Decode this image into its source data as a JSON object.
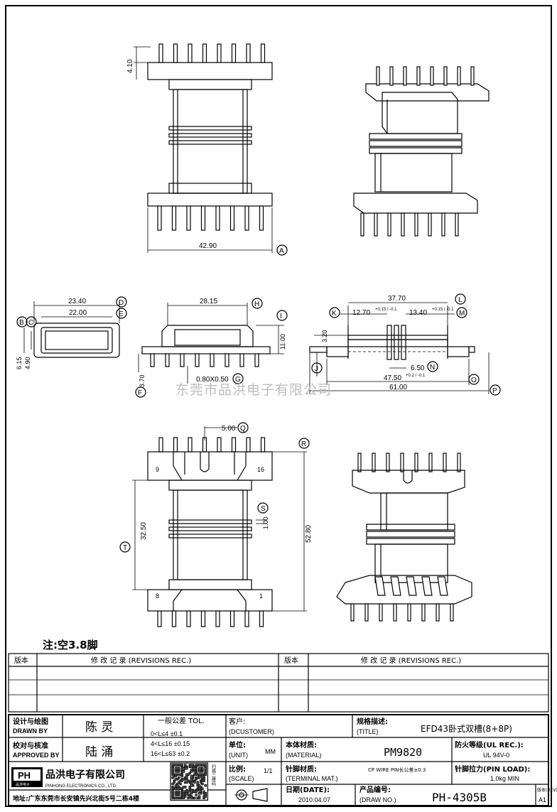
{
  "dimensions": {
    "top_pin_height": "4.10",
    "overall_width": "42.90",
    "mark_a": "A",
    "side_outer": "23.40",
    "side_inner": "22.00",
    "mark_d": "D",
    "mark_e": "E",
    "mark_b": "B",
    "mark_c": "C",
    "side_h1": "6.15",
    "side_h2": "4.90",
    "front_width": "28.15",
    "mark_h": "H",
    "mark_i": "I",
    "front_height": "11.00",
    "pin_size": "0.80X0.50",
    "mark_g": "G",
    "pin_length": "3.70",
    "mark_f": "F",
    "end_width": "37.70",
    "mark_l": "L",
    "mark_k": "K",
    "mark_m": "M",
    "k_value": "12.70",
    "k_tol": "+0.15 / -0.1",
    "m_value": "13.40",
    "m_tol": "+0.15 / -0.1",
    "end_h": "3.20",
    "mark_j": "J",
    "slot": "6.50",
    "mark_n": "N",
    "flange": "47.50",
    "flange_tol": "+0.2 / -0.1",
    "mark_o": "O",
    "total_len": "61.00",
    "mark_p": "P",
    "pitch": "5.00",
    "mark_q": "Q",
    "mark_r": "R",
    "height": "52.80",
    "winding": "32.50",
    "mark_t": "T",
    "groove": "1.00",
    "mark_s": "S",
    "pin9": "9",
    "pin16": "16",
    "pin8": "8",
    "pin1": "1"
  },
  "watermark": "东莞市品洪电子有限公司",
  "note": "注:空3.8脚",
  "revisions": {
    "col_version": "版本",
    "col_record": "修 改 记 录 (REVISIONS REC.)",
    "col_version2": "版本",
    "col_record2": "修 改 记 录 (REVISIONS REC.)"
  },
  "titleblock": {
    "designer_label_cn": "设计与绘图",
    "designer_label_en": "DRAWN BY",
    "designer": "陈 灵",
    "approver_label_cn": "校对与核准",
    "approver_label_en": "APPROVED BY",
    "approver": "陆 涌",
    "tol_title": "一般公差 TOL.",
    "tol_rows": [
      "0<L≤4      ±0.1",
      "4<L≤16    ±0.15",
      "16<L≤63  ±0.2"
    ],
    "customer_label": "客户:",
    "customer_label_en": "(DCUSTOMER)",
    "title_label": "规格描述:",
    "title_label_en": "(TITLE)",
    "title": "EFD43卧式双槽(8+8P)",
    "unit_label": "单位:",
    "unit_label_en": "(UNIT)",
    "unit": "MM",
    "material_label": "本体材质:",
    "material_label_en": "(MATERIAL)",
    "material": "PM9820",
    "ul_label": "防火等级(UL REC.):",
    "ul": "UL 94V-0",
    "company": "品洪电子有限公司",
    "company_en": "PINHONG ELECTRONICS CO., LTD.",
    "logo": "PH",
    "logo_sub": "品洪电子",
    "qr_side": "扫描二维码",
    "address": "地址:广东东莞市长安镇先兴北街5号二栋4楼",
    "scale_label": "比例:",
    "scale_label_en": "(SCALE)",
    "scale": "1/1",
    "terminal_label": "针脚材质:",
    "terminal_label_en": "(TERMINAL MAT.)",
    "terminal": "CP WIRE PIN长公差±0.3",
    "pinload_label": "针脚拉力(PIN LOAD):",
    "pinload": "1.0kg MIN",
    "date_label": "日期(DATE):",
    "date": "2010.04.07",
    "drawno_label": "产品编号:",
    "drawno_label_en": "(DRAW NO.)",
    "drawno": "PH-4305B",
    "rev_label": "版本(REV):",
    "rev": "A1"
  }
}
